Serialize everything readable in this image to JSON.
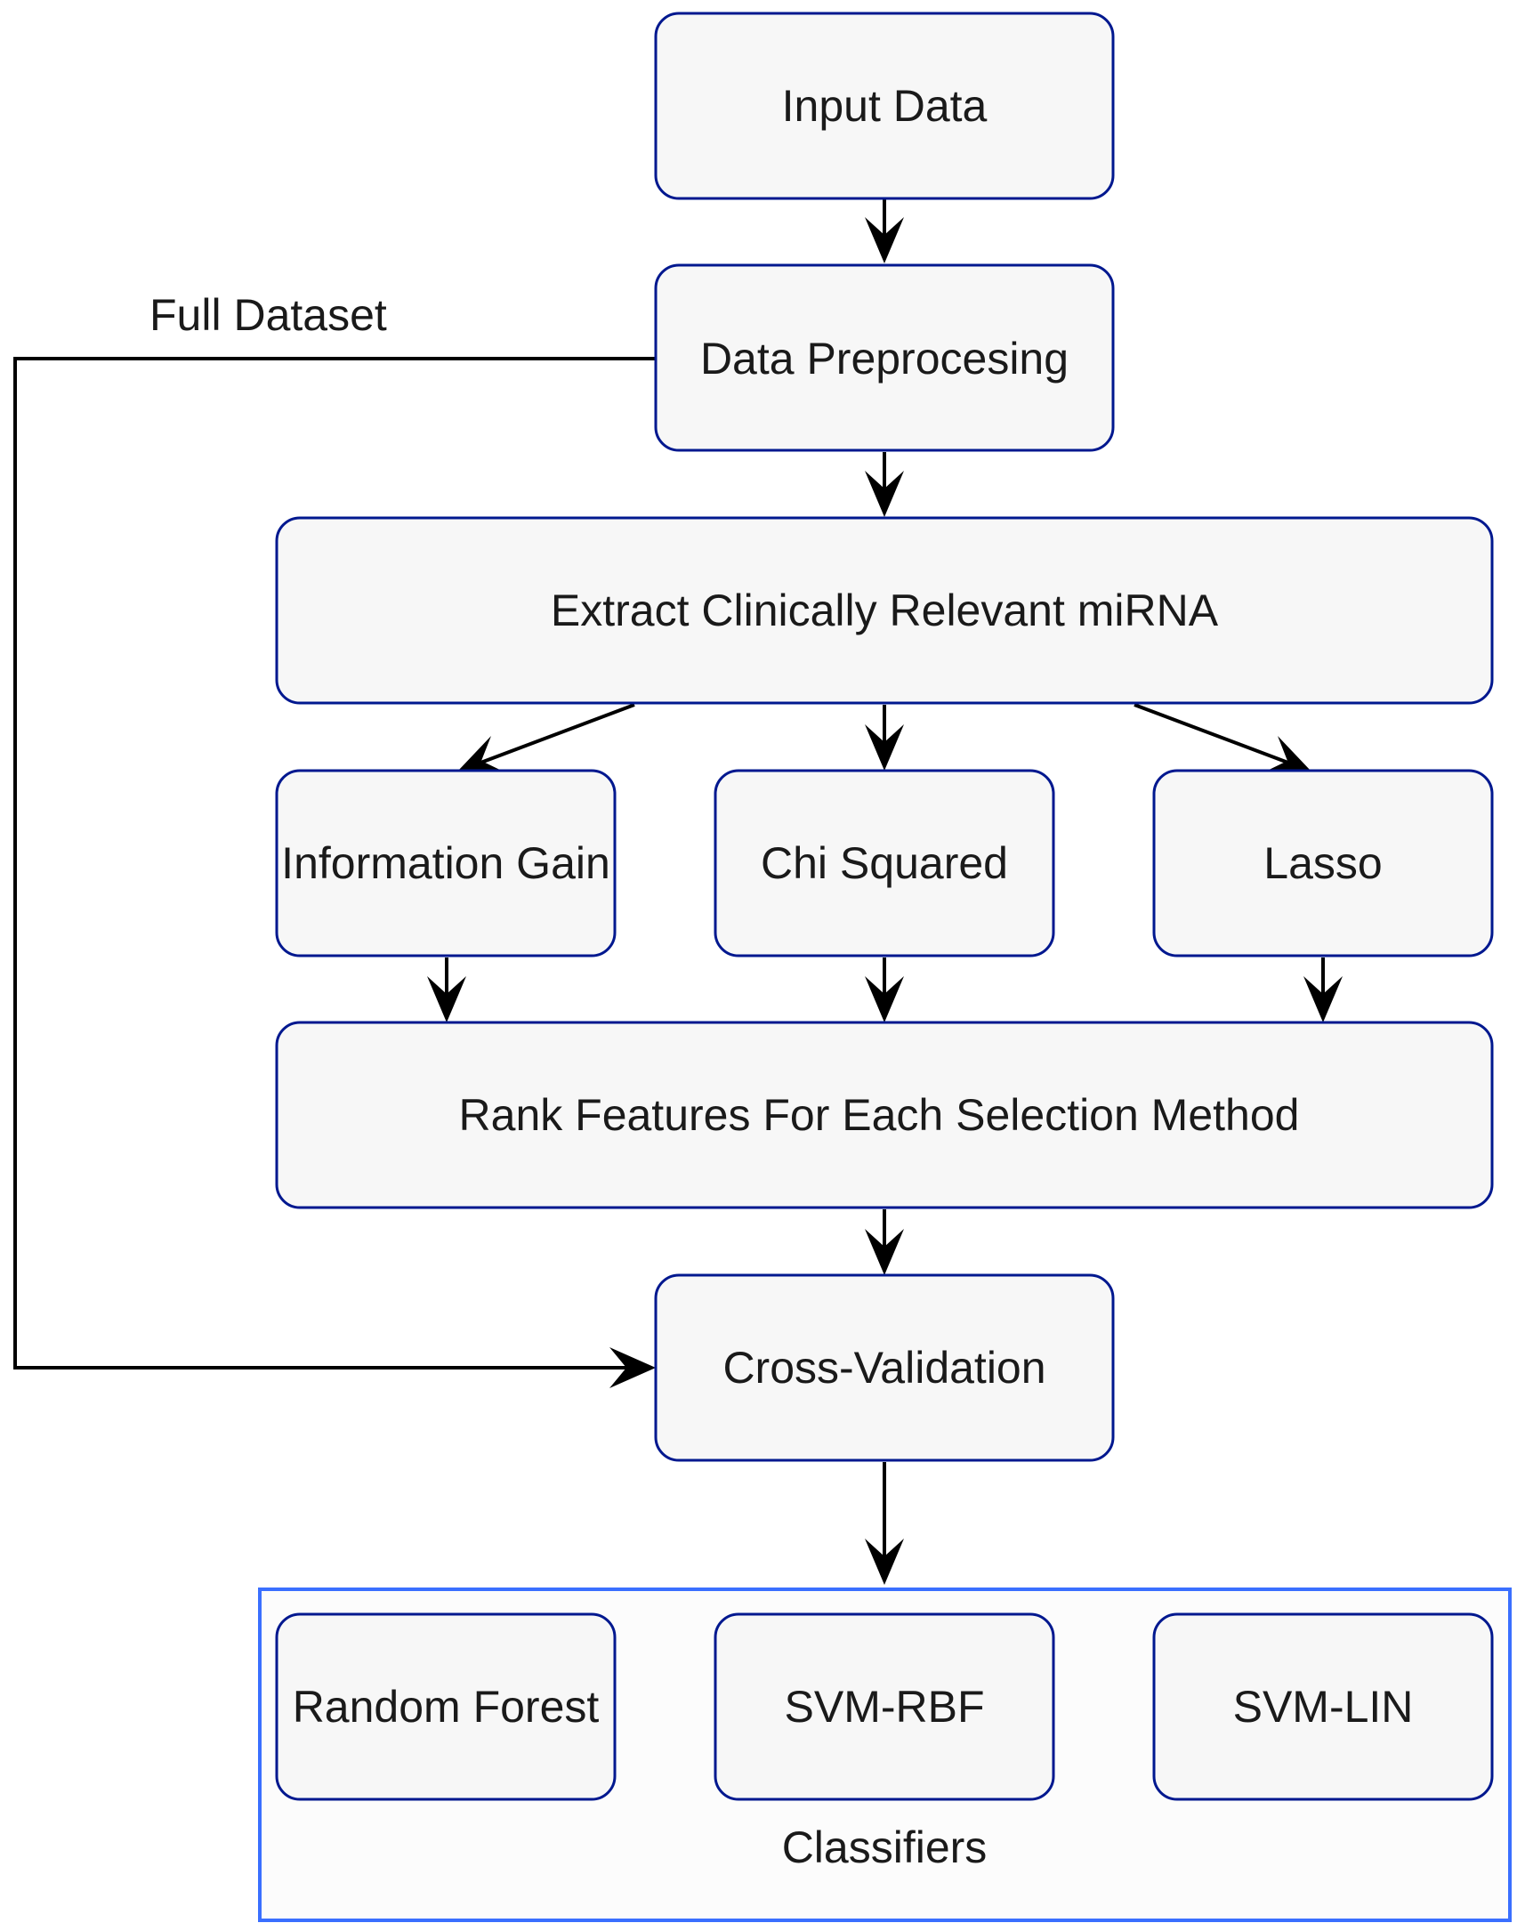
{
  "diagram": {
    "nodes": {
      "input_data": "Input Data",
      "data_preprocessing": "Data Preprocesing",
      "extract_mirna": "Extract Clinically Relevant miRNA",
      "information_gain": "Information Gain",
      "chi_squared": "Chi Squared",
      "lasso": "Lasso",
      "rank_features": "Rank Features For Each Selection Method",
      "cross_validation": "Cross-Validation",
      "random_forest": "Random Forest",
      "svm_rbf": "SVM-RBF",
      "svm_lin": "SVM-LIN"
    },
    "labels": {
      "full_dataset": "Full Dataset",
      "classifiers": "Classifiers"
    },
    "edges": [
      {
        "from": "input_data",
        "to": "data_preprocessing"
      },
      {
        "from": "data_preprocessing",
        "to": "extract_mirna"
      },
      {
        "from": "data_preprocessing",
        "to": "cross_validation",
        "label": "full_dataset"
      },
      {
        "from": "extract_mirna",
        "to": "information_gain"
      },
      {
        "from": "extract_mirna",
        "to": "chi_squared"
      },
      {
        "from": "extract_mirna",
        "to": "lasso"
      },
      {
        "from": "information_gain",
        "to": "rank_features"
      },
      {
        "from": "chi_squared",
        "to": "rank_features"
      },
      {
        "from": "lasso",
        "to": "rank_features"
      },
      {
        "from": "rank_features",
        "to": "cross_validation"
      },
      {
        "from": "cross_validation",
        "to": "classifiers_group"
      }
    ],
    "colors": {
      "node_fill": "#f7f7f7",
      "node_stroke": "#00188f",
      "group_stroke": "#3a6fff",
      "edge": "#000000",
      "text": "#1a1a1a"
    }
  }
}
